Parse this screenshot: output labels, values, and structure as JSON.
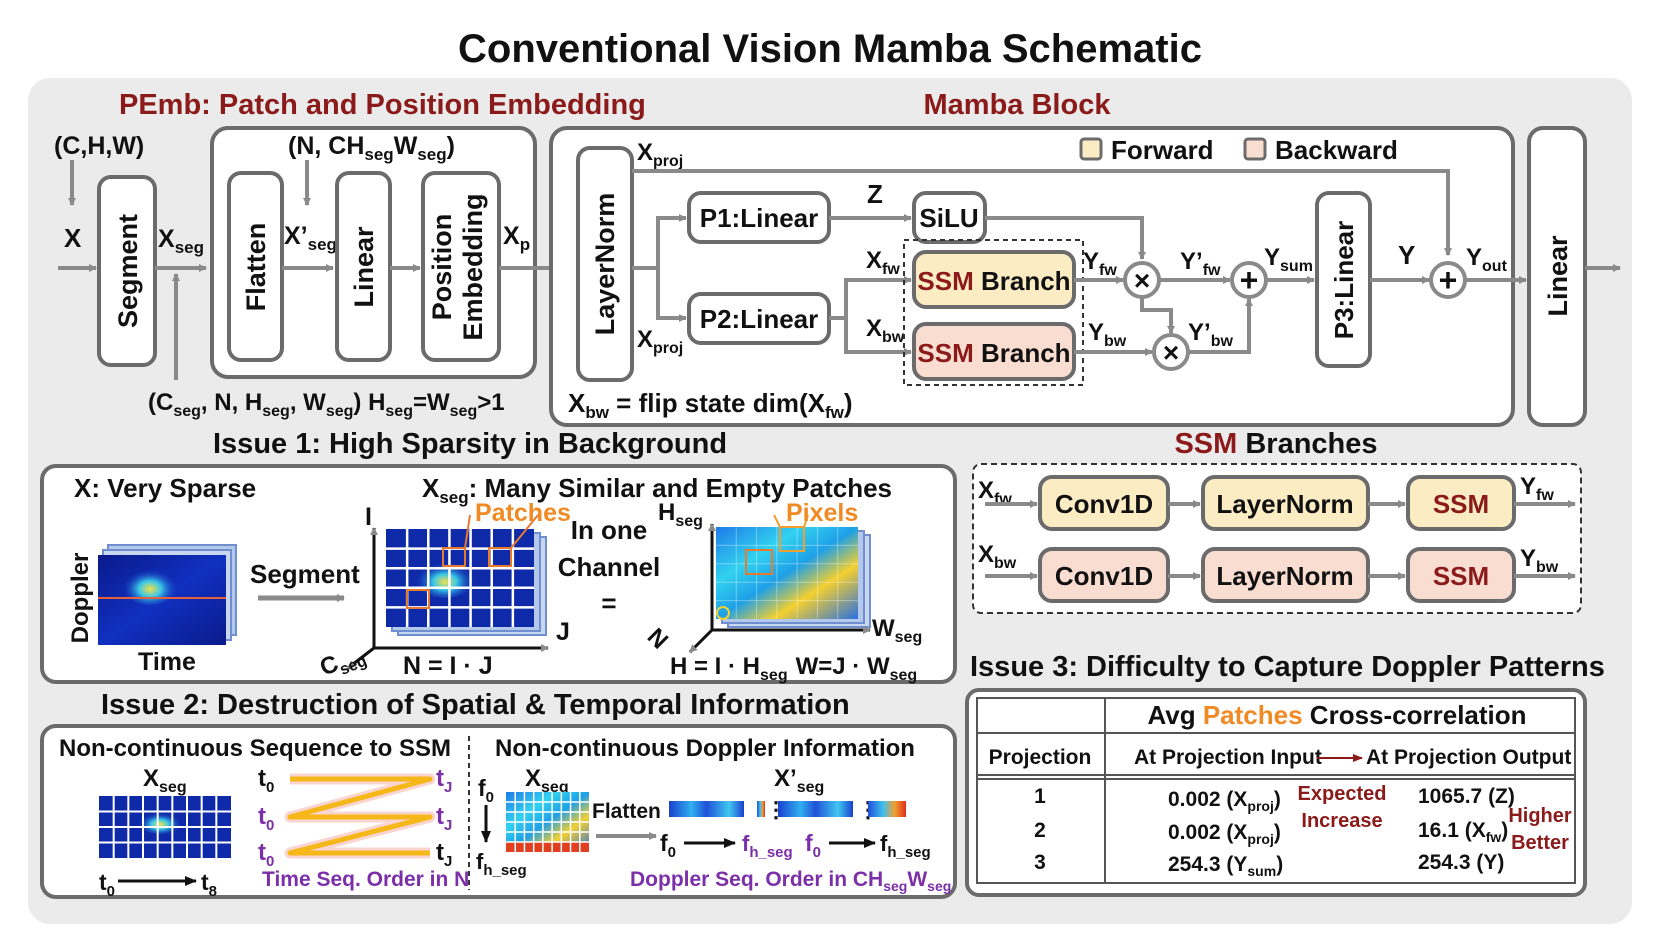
{
  "title": "Conventional Vision Mamba Schematic",
  "pemb": {
    "heading": "PEmb: Patch and Position Embedding",
    "input_dims": "(C,H,W)",
    "input": "X",
    "segment": "Segment",
    "xseg": "X",
    "xseg_sub": "seg",
    "flatten": "Flatten",
    "linear": "Linear",
    "pos_emb_1": "Position",
    "pos_emb_2": "Embedding",
    "xp": "X",
    "xp_sub": "p",
    "xprime": "X’",
    "xprime_sub": "seg",
    "dims_top": "(N, CH",
    "dims_top_sub1": "seg",
    "dims_top_mid": "W",
    "dims_top_sub2": "seg",
    "dims_top_end": ")",
    "dims_bottom": "(C",
    "dims_bottom_sub": "seg",
    "dims_bottom_rest": ", N, H",
    "dims_bottom_sub2": "seg",
    "dims_bottom_rest2": ", W",
    "dims_bottom_sub3": "seg",
    "dims_bottom_rest3": ") H",
    "dims_bottom_sub4": "seg",
    "dims_bottom_rest4": "=W",
    "dims_bottom_sub5": "seg",
    "dims_bottom_rest5": ">1"
  },
  "mamba": {
    "heading": "Mamba Block",
    "legend_forward": "Forward",
    "legend_backward": "Backward",
    "layernorm": "LayerNorm",
    "p1": "P1:Linear",
    "p2": "P2:Linear",
    "silu": "SiLU",
    "ssm_branch": "SSM Branch",
    "ssm_word": "SSM",
    "branch_word": " Branch",
    "p3": "P3:Linear",
    "linear_out": "Linear",
    "z": "Z",
    "xproj": "X",
    "proj_sub": "proj",
    "xfw": "X",
    "fw_sub": "fw",
    "xbw": "X",
    "bw_sub": "bw",
    "yfw": "Y",
    "ybw": "Y",
    "yprime_fw": "Y’",
    "yprime_bw": "Y’",
    "ysum": "Y",
    "sum_sub": "sum",
    "y": "Y",
    "yout": "Y",
    "out_sub": "out",
    "flip_note_a": "X",
    "flip_note_sub": "bw",
    "flip_note_b": " = flip state dim(X",
    "flip_note_sub2": "fw",
    "flip_note_c": ")"
  },
  "ssm_branches": {
    "heading_red": "SSM",
    "heading_rest": " Branches",
    "conv": "Conv1D",
    "layernorm": "LayerNorm",
    "ssm": "SSM"
  },
  "issue1": {
    "heading": "Issue 1: High Sparsity in Background",
    "x_sparse": "X: Very Sparse",
    "xseg_many_a": "X",
    "xseg_many_sub": "seg",
    "xseg_many_b": ": Many Similar and Empty Patches",
    "doppler": "Doppler",
    "time": "Time",
    "segment": "Segment",
    "patches": "Patches",
    "pixels": "Pixels",
    "in_one": "In one",
    "channel": "Channel",
    "equals": "=",
    "i": "I",
    "j": "J",
    "cseg": "C",
    "cseg_sub": "seg",
    "n_eq": "N = I · J",
    "hseg": "H",
    "hseg_sub": "seg",
    "wseg": "W",
    "wseg_sub": "seg",
    "n": "N",
    "h_eq": "H = I · H",
    "w_eq": "W=J · W"
  },
  "issue2": {
    "heading": "Issue 2: Destruction of Spatial & Temporal Information",
    "left_title": "Non-continuous Sequence to SSM",
    "right_title": "Non-continuous Doppler Information",
    "xseg": "X",
    "seg_sub": "seg",
    "xprime": "X’",
    "t0": "t",
    "t0_sub": "0",
    "tj": "t",
    "tj_sub": "J",
    "t8_sub": "8",
    "time_order": "Time Seq. Order in N",
    "flatten": "Flatten",
    "f0": "f",
    "f0_sub": "0",
    "fh": "f",
    "fh_sub": "h_seg",
    "doppler_order": "Doppler Seq. Order in CH",
    "doppler_order_sub1": "seg",
    "doppler_order_mid": "W",
    "doppler_order_sub2": "seg"
  },
  "issue3": {
    "heading": "Issue 3: Difficulty to Capture Doppler Patterns",
    "table_title_a": "Avg ",
    "table_title_b": "Patches",
    "table_title_c": " Cross-correlation",
    "col_projection": "Projection",
    "col_input": "At Projection Input",
    "col_output": "At Projection Output",
    "rows": [
      {
        "projection": "1",
        "input": "0.002 (X",
        "input_sub": "proj",
        "output": "1065.7 (Z)",
        "output_sub": ""
      },
      {
        "projection": "2",
        "input": "0.002 (X",
        "input_sub": "proj",
        "output": "16.1 (X",
        "output_sub": "fw"
      },
      {
        "projection": "3",
        "input": "254.3 (Y",
        "input_sub": "sum",
        "output": "254.3 (Y)",
        "output_sub": ""
      }
    ],
    "expected_1": "Expected",
    "expected_2": "Increase",
    "higher_1": "Higher",
    "higher_2": "Better"
  },
  "colors": {
    "heading_red": "#8b1a1a",
    "forward_fill": "#fbecc4",
    "backward_fill": "#f8ddd0",
    "orange_label": "#f08a24",
    "purple_label": "#7b2fa8",
    "panel_bg": "#ebebeb"
  }
}
